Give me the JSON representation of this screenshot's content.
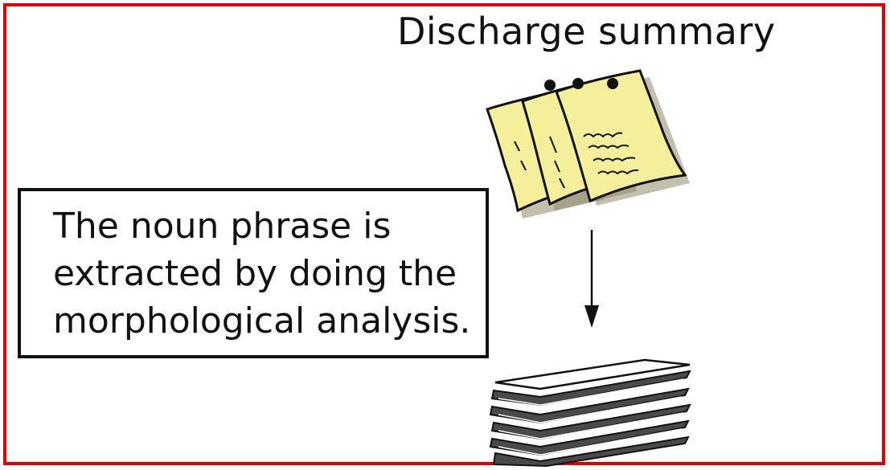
{
  "title": "Discharge summary",
  "callout": {
    "lines": [
      "The noun phrase is",
      "extracted by doing the",
      "morphological analysis."
    ]
  },
  "colors": {
    "frame": "#e60000",
    "note_paper": "#f4ef9a",
    "stack_dark": "#4a4a4a"
  },
  "icons": {
    "notes": "sticky-notes-icon",
    "stack": "paper-stack-icon"
  }
}
